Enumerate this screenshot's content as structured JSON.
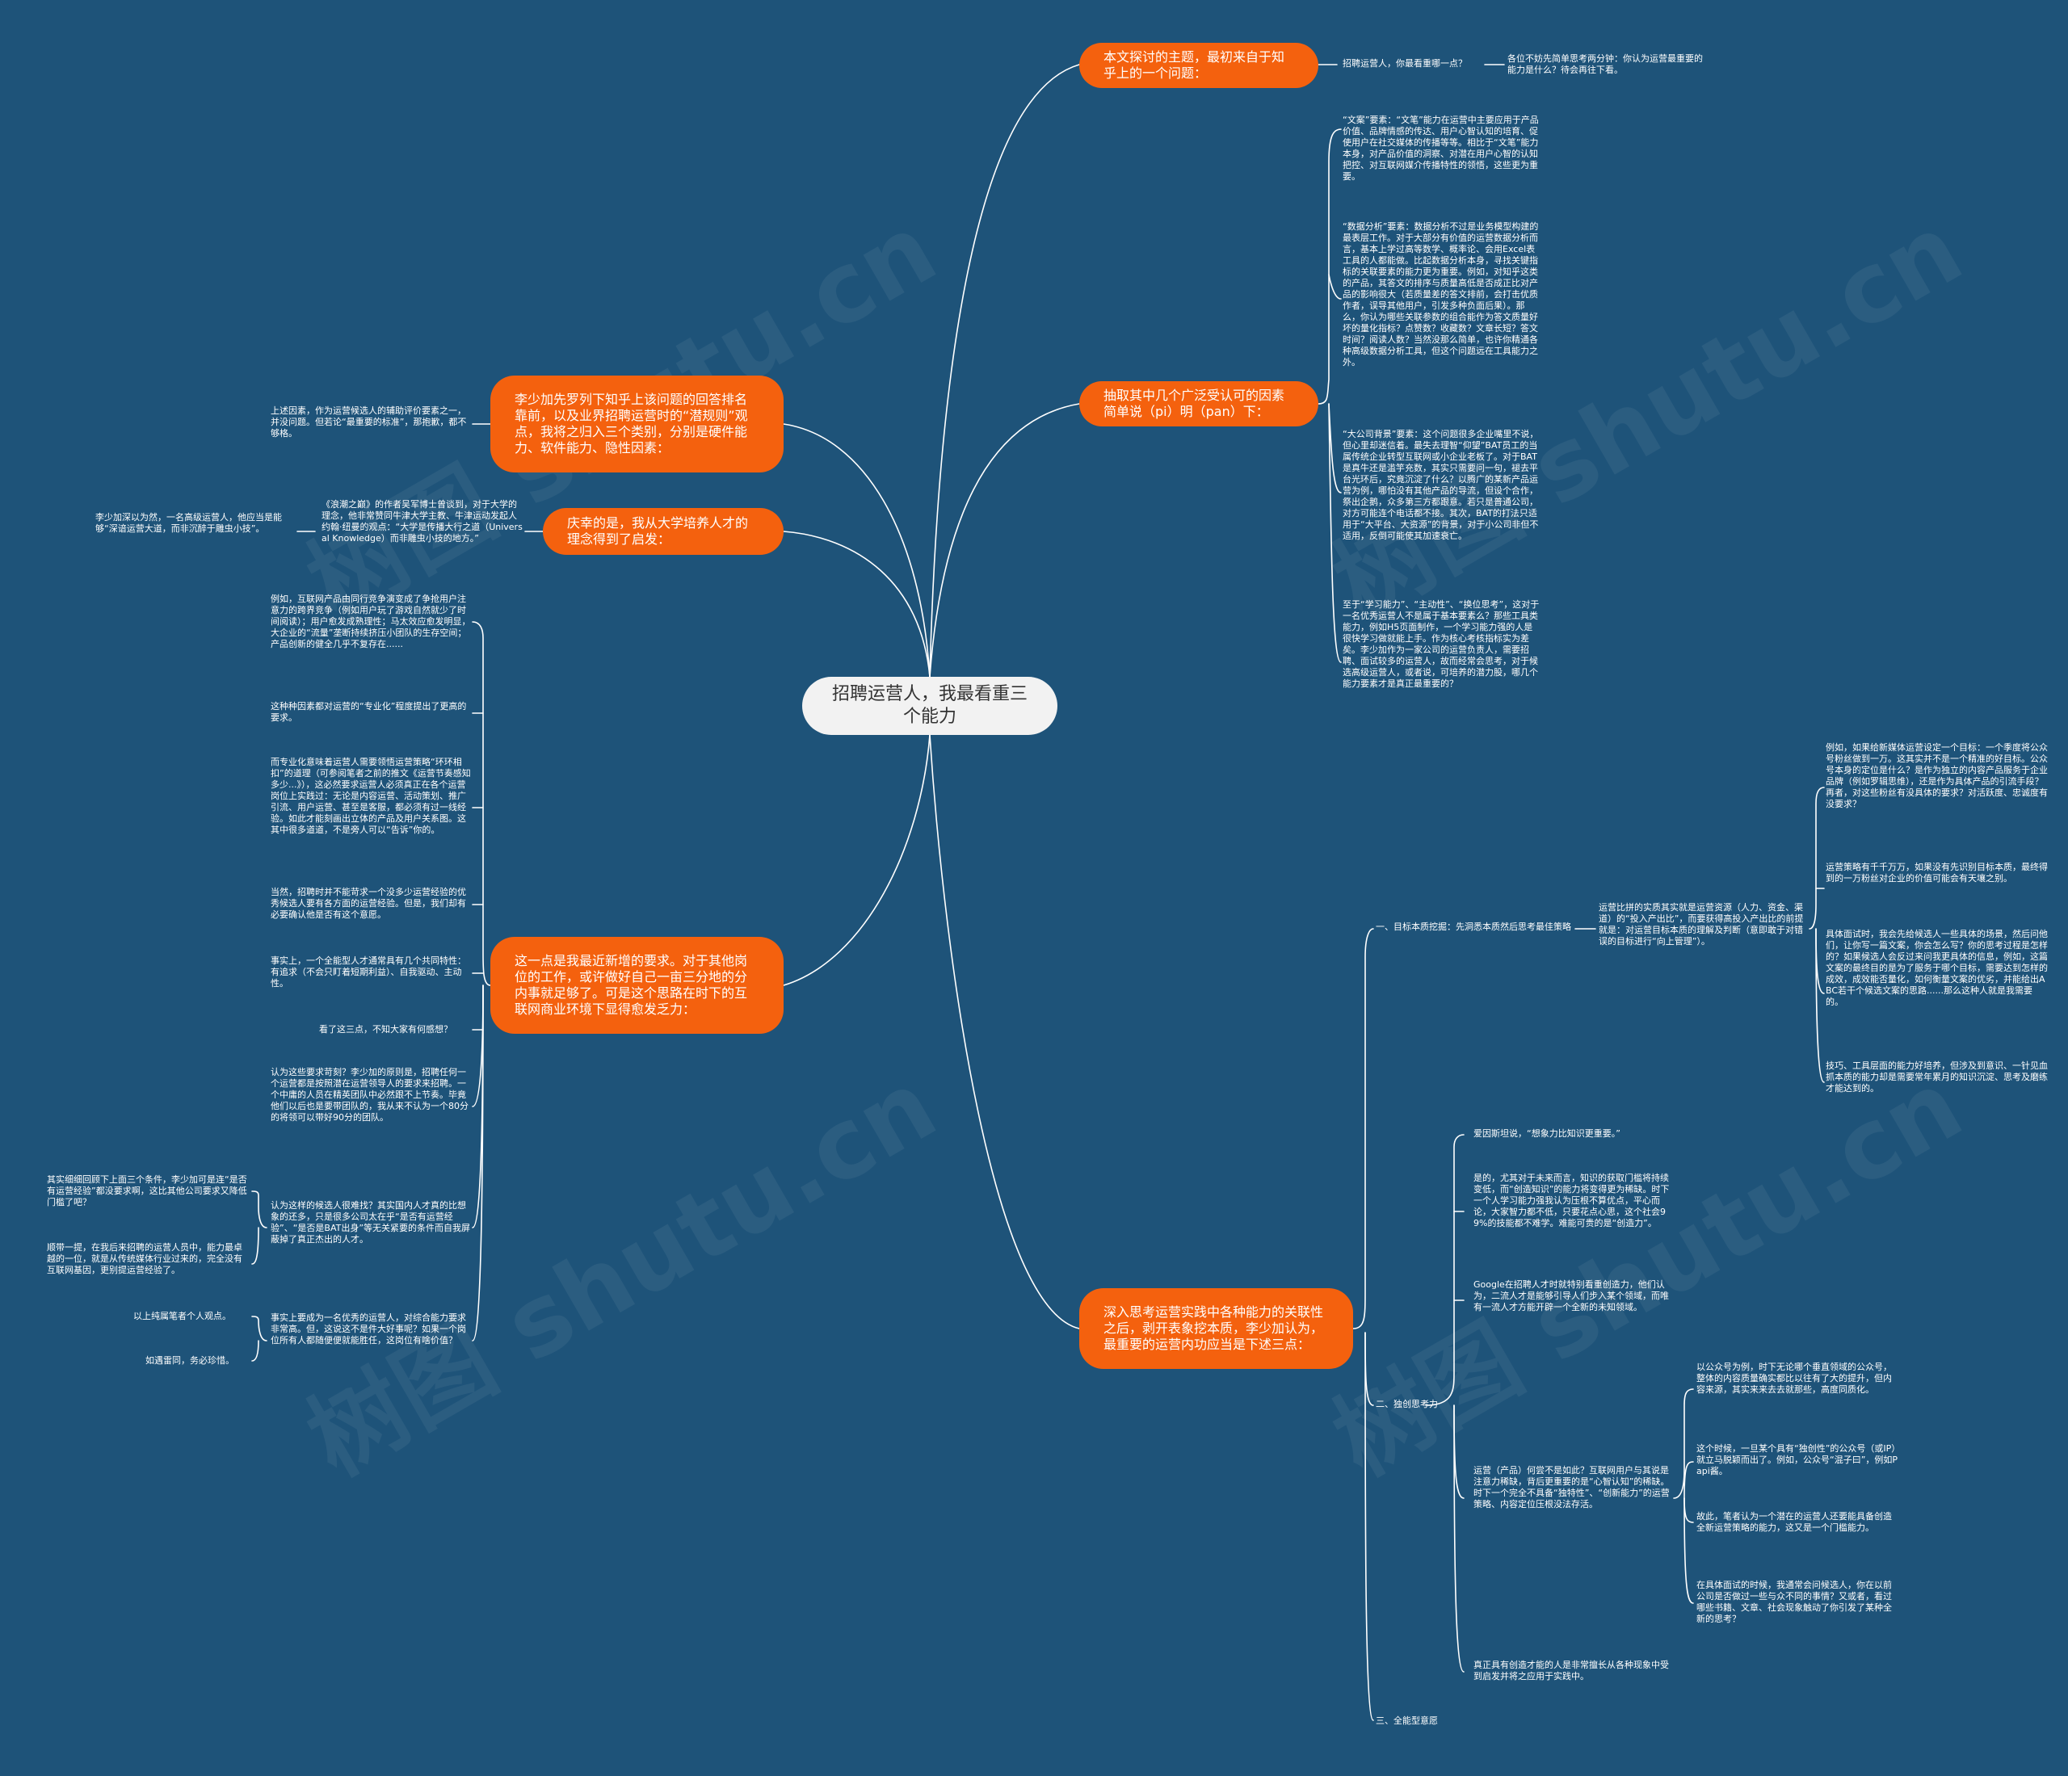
{
  "root": "招聘运营人，我最看重三个能力",
  "branches": {
    "b1": "本文探讨的主题，最初来自于知乎上的一个问题：",
    "b2": "抽取其中几个广泛受认可的因素简单说（pi）明（pan）下：",
    "b3": "深入思考运营实践中各种能力的关联性之后，剥开表象挖本质，李少加认为，最重要的运营内功应当是下述三点：",
    "b4": "李少加先罗列下知乎上该问题的回答排名靠前，以及业界招聘运营时的“潜规则”观点，我将之归入三个类别，分别是硬件能力、软件能力、隐性因素：",
    "b5": "庆幸的是，我从大学培养人才的理念得到了启发：",
    "b6": "这一点是我最近新增的要求。对于其他岗位的工作，或许做好自己一亩三分地的分内事就足够了。可是这个思路在时下的互联网商业环境下显得愈发乏力："
  },
  "notes": {
    "b1_q": "招聘运营人，你最看重哪一点？",
    "b1_a": "各位不妨先简单思考两分钟：你认为运营最重要的能力是什么？待会再往下看。",
    "b2_n1": "“文案”要素：“文笔”能力在运营中主要应用于产品价值、品牌情感的传达、用户心智认知的培育、促使用户在社交媒体的传播等等。相比于“文笔”能力本身，对产品价值的洞察、对潜在用户心智的认知把控、对互联网媒介传播特性的领悟，这些更为重要。",
    "b2_n2": "“数据分析”要素：数据分析不过是业务模型构建的最表层工作。对于大部分有价值的运营数据分析而言，基本上学过高等数学、概率论、会用Excel表工具的人都能做。比起数据分析本身，寻找关键指标的关联要素的能力更为重要。例如，对知乎这类的产品，其答文的排序与质量高低是否成正比对产品的影响很大（若质量差的答文排前，会打击优质作者，误导其他用户，引发多种负面后果）。那么，你认为哪些关联参数的组合能作为答文质量好坏的量化指标？点赞数？收藏数？文章长短？答文时间？阅读人数？当然没那么简单，也许你精通各种高级数据分析工具，但这个问题远在工具能力之外。",
    "b2_n3": "“大公司背景”要素：这个问题很多企业嘴里不说，但心里却迷信着。最失去理智“仰望”BAT员工的当属传统企业转型互联网或小企业老板了。对于BAT是真牛还是滥竽充数，其实只需要问一句，褪去平台光环后，究竟沉淀了什么？以腾广的某新产品运营为例，哪怕没有其他产品的导流，但设个合作，祭出企鹅，众多第三方都跟意。若只是普通公司，对方可能连个电话都不接。其次，BAT的打法只适用于“大平台、大资源”的背景，对于小公司非但不适用，反倒可能使其加速衰亡。",
    "b2_n4": "至于“学习能力”、“主动性”、“换位思考”，这对于一名优秀运营人不是属于基本要素么？那些工具类能力，例如H5页面制作，一个学习能力强的人是很快学习做就能上手。作为核心考核指标实为差矣。李少加作为一家公司的运营负责人，需要招聘、面试较多的运营人，故而经常会思考，对于候选高级运营人，或者说，可培养的潜力股，哪几个能力要素才是真正最重要的？",
    "b3_c1": "一、目标本质挖掘：先洞悉本质然后思考最佳策略",
    "b3_c1_a": "运营比拼的实质其实就是运营资源（人力、资金、渠道）的“投入产出比”，而要获得高投入产出比的前提就是：对运营目标本质的理解及判断（意即敢于对错误的目标进行“向上管理”）。",
    "b3_c1_e1": "例如，如果给新媒体运营设定一个目标：一个季度将公众号粉丝做到一万。这其实并不是一个精准的好目标。公众号本身的定位是什么？是作为独立的内容产品服务于企业品牌（例如罗辑思维），还是作为具体产品的引流手段？再者，对这些粉丝有没具体的要求？对活跃度、忠诚度有没要求？",
    "b3_c1_e2": "运营策略有千千万万，如果没有先识别目标本质，最终得到的一万粉丝对企业的价值可能会有天壤之别。",
    "b3_c1_e3": "具体面试时，我会先给候选人一些具体的场景，然后问他们，让你写一篇文案，你会怎么写？你的思考过程是怎样的？如果候选人会反过来问我更具体的信息，例如，这篇文案的最终目的是为了服务于哪个目标，需要达到怎样的成效，成效能否量化，如何衡量文案的优劣，并能给出ABC若干个候选文案的思路......那么这种人就是我需要的。",
    "b3_c1_e4": "技巧、工具层面的能力好培养，但涉及到意识、一针见血抓本质的能力却是需要常年累月的知识沉淀、思考及磨练才能达到的。",
    "b3_c2": "二、独创思考力",
    "b3_c2_a1": "爱因斯坦说，“想象力比知识更重要。”",
    "b3_c2_a2": "是的，尤其对于未来而言，知识的获取门槛将持续变低，而“创造知识”的能力将变得更为稀缺。时下一个人学习能力强我认为压根不算优点，平心而论，大家智力都不低，只要花点心思，这个社会99%的技能都不难学。难能可贵的是“创造力”。",
    "b3_c2_a3": "Google在招聘人才时就特别看重创造力，他们认为，二流人才是能够引导人们步入某个领域，而唯有一流人才方能开辟一个全新的未知领域。",
    "b3_c2_a4": "运营（产品）何尝不是如此？互联网用户与其说是注意力稀缺，背后更重要的是“心智认知”的稀缺。时下一个完全不具备“独特性”、“创新能力”的运营策略、内容定位压根没法存活。",
    "b3_c2_a4_s1": "以公众号为例，时下无论哪个垂直领域的公众号，整体的内容质量确实都比以往有了大的提升，但内容来源，其实来来去去就那些，高度同质化。",
    "b3_c2_a4_s2": "这个时候，一旦某个具有“独创性”的公众号（或IP）就立马脱颖而出了。例如，公众号“混子曰”，例如Papi酱。",
    "b3_c2_a4_s3": "故此，笔者认为一个潜在的运营人还要能具备创造全新运营策略的能力，这又是一个门槛能力。",
    "b3_c2_a4_s4": "在具体面试的时候，我通常会问候选人，你在以前公司是否做过一些与众不同的事情？又或者，看过哪些书籍、文章、社会现象触动了你引发了某种全新的思考？",
    "b3_c2_a5": "真正具有创造才能的人是非常擅长从各种现象中受到启发并将之应用于实践中。",
    "b3_c3": "三、全能型意愿",
    "b4_n": "上述因素，作为运营候选人的辅助评价要素之一，并没问题。但若论“最重要的标准”，那抱歉，都不够格。",
    "b5_n": "《浪潮之巅》的作者吴军博士曾谈到，对于大学的理念，他非常赞同牛津大学主教、牛津运动发起人约翰·纽曼的观点：“大学是传播大行之道（Universal Knowledge）而非雕虫小技的地方。”",
    "b5_nn": "李少加深以为然，一名高级运营人，他应当是能够“深谙运营大道，而非沉醉于雕虫小技”。",
    "b6_n1": "例如，互联网产品由同行竞争演变成了争抢用户注意力的跨界竞争（例如用户玩了游戏自然就少了时间阅读）；用户愈发成熟理性；马太效应愈发明显，大企业的“流量”垄断持续挤压小团队的生存空间；产品创新的健全几乎不复存在......",
    "b6_n2": "这种种因素都对运营的“专业化”程度提出了更高的要求。",
    "b6_n3": "而专业化意味着运营人需要领悟运营策略“环环相扣”的道理（可参阅笔者之前的推文《运营节奏感知多少...》），这必然要求运营人必须真正在各个运营岗位上实践过：无论是内容运营、活动策划、推广引流、用户运营、甚至是客服，都必须有过一线经验。如此才能刻画出立体的产品及用户关系图。这其中很多道道，不是旁人可以“告诉”你的。",
    "b6_n4": "当然，招聘时并不能苛求一个没多少运营经验的优秀候选人要有各方面的运营经验。但是，我们却有必要确认他是否有这个意愿。",
    "b6_n5": "事实上，一个全能型人才通常具有几个共同特性：有追求（不会只盯着短期利益）、自我驱动、主动性。",
    "b6_n6": "看了这三点，不知大家有何感想？",
    "b6_n7": "认为这些要求苛刻？李少加的原则是，招聘任何一个运营都是按照潜在运营领导人的要求来招聘。一个中庸的人员在精英团队中必然跟不上节奏。毕竟他们以后也是要带团队的，我从来不认为一个80分的将领可以带好90分的团队。",
    "b6_n8": "认为这样的候选人很难找？其实国内人才真的比想象的还多，只是很多公司太在乎“是否有运营经验”、“是否是BAT出身”等无关紧要的条件而自我屏蔽掉了真正杰出的人才。",
    "b6_n8_a": "其实细细回顾下上面三个条件，李少加可是连“是否有运营经验”都没要求啊，这比其他公司要求又降低门槛了吧？",
    "b6_n8_b": "顺带一提，在我后来招聘的运营人员中，能力最卓越的一位，就是从传统媒体行业过来的，完全没有互联网基因，更别提运营经验了。",
    "b6_n9": "事实上要成为一名优秀的运营人，对综合能力要求非常高。但，这说这不是件大好事呢？如果一个岗位所有人都随便便就能胜任，这岗位有啥价值？",
    "b6_n9_a": "以上纯属笔者个人观点。",
    "b6_n9_b": "如遇雷同，务必珍惜。"
  },
  "watermark": "树图 shutu.cn"
}
